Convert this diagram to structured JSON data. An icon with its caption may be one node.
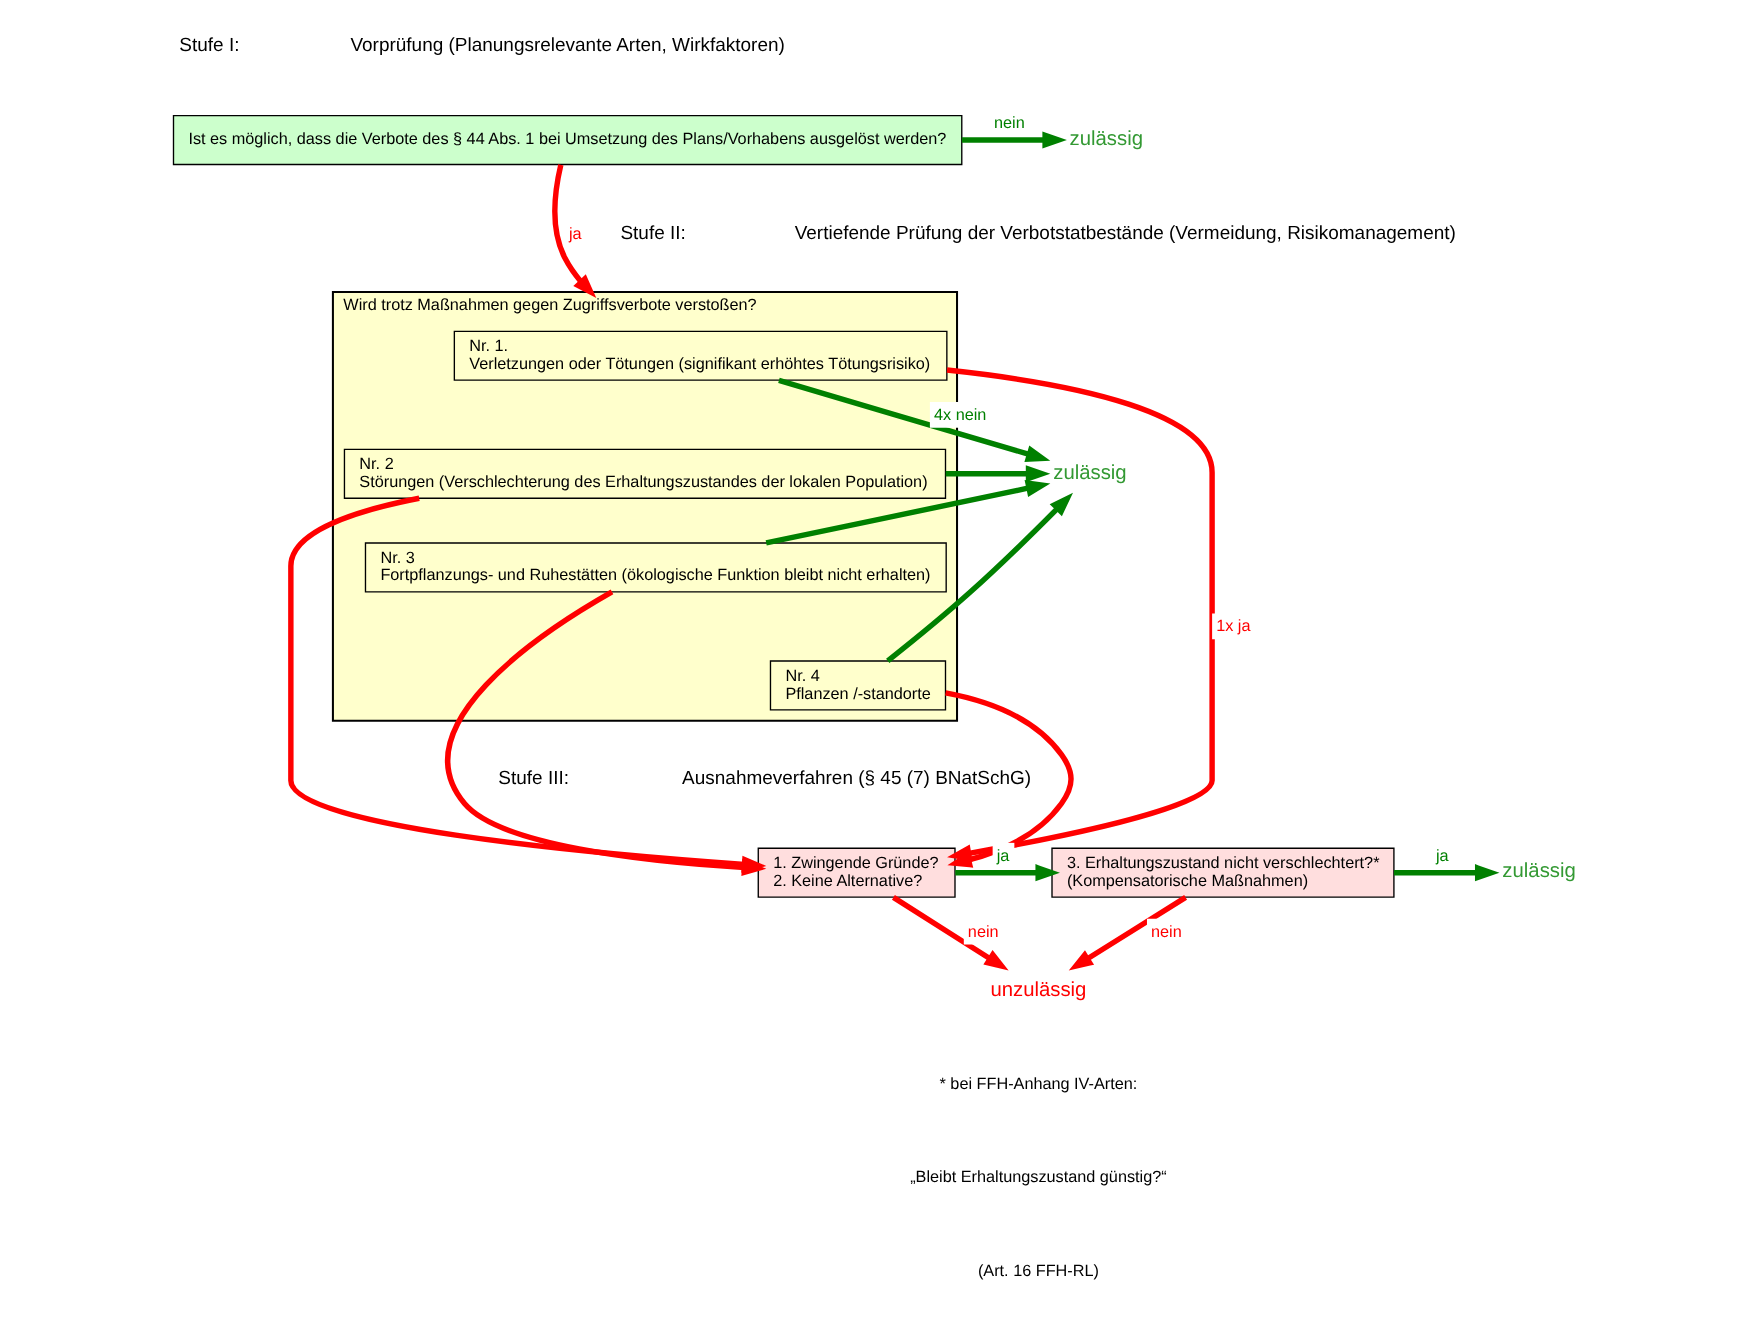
{
  "diagram": {
    "nodes": [
      {
        "text": [
          "Ist es möglich, dass die Verbote des § 44 Abs. 1 bei Umsetzung des Plans/Vorhabens ausgelöst werden?"
        ]
      },
      {
        "text": [
          "zulässig"
        ]
      },
      {
        "text": [
          "Wird trotz Maßnahmen gegen Zugriffsverbote verstoßen?"
        ]
      },
      {
        "text": [
          "Nr. 1.",
          "Verletzungen oder Tötungen (signifikant erhöhtes Tötungsrisiko)"
        ],
        "in": 2
      },
      {
        "text": [
          "Nr. 2",
          "Störungen (Verschlechterung des Erhaltungszustandes der lokalen Population)"
        ],
        "in": 2
      },
      {
        "text": [
          "Nr. 3",
          "Fortpflanzungs- und Ruhestätten (ökologische Funktion bleibt nicht erhalten)"
        ],
        "in": 2
      },
      {
        "text": [
          "Nr. 4",
          "Pflanzen /-standorte"
        ],
        "in": 2
      },
      {
        "text": [
          "zulässig"
        ]
      },
      {
        "text": [
          "1. Zwingende Gründe?",
          "2. Keine Alternative?"
        ]
      },
      {
        "text": [
          "3. Erhaltungszustand nicht verschlechtert?*",
          "(Kompensatorische Maßnahmen)"
        ]
      },
      {
        "text": [
          "zulässig"
        ]
      },
      {
        "text": [
          "unzulässig"
        ]
      }
    ],
    "edges": [
      {
        "from": 0,
        "to": 1,
        "arrow": "to",
        "label": "nein",
        "color": "#008000"
      },
      {
        "from": 0,
        "to": 2,
        "arrow": "to",
        "label": "ja",
        "color": "#ff0000"
      },
      {
        "from": 3,
        "to": 7,
        "arrow": "to",
        "label": "4x nein",
        "color": "#008000"
      },
      {
        "from": 4,
        "to": 7,
        "arrow": "to",
        "color": "#008000"
      },
      {
        "from": 5,
        "to": 7,
        "arrow": "to",
        "color": "#008000"
      },
      {
        "from": 6,
        "to": 7,
        "arrow": "to",
        "color": "#008000"
      },
      {
        "from": 3,
        "to": 8,
        "arrow": "to",
        "label": "1x ja",
        "color": "#ff0000"
      },
      {
        "from": 4,
        "to": 8,
        "arrow": "to",
        "color": "#ff0000"
      },
      {
        "from": 5,
        "to": 8,
        "arrow": "to",
        "color": "#ff0000"
      },
      {
        "from": 6,
        "to": 8,
        "arrow": "to",
        "color": "#ff0000"
      },
      {
        "from": 8,
        "to": 9,
        "arrow": "to",
        "label": "ja",
        "color": "#008000"
      },
      {
        "from": 9,
        "to": 10,
        "arrow": "to",
        "label": "ja",
        "color": "#008000"
      },
      {
        "from": 8,
        "to": 11,
        "arrow": "to",
        "label": "nein",
        "color": "#ff0000"
      },
      {
        "from": 9,
        "to": 11,
        "arrow": "to",
        "label": "nein",
        "color": "#ff0000"
      }
    ],
    "labels": [
      "Stufe I:",
      "Vorprüfung (Planungsrelevante Arten, Wirkfaktoren)",
      "Stufe II:",
      "Vertiefende Prüfung der Verbotstatbestände (Vermeidung, Risikomanagement)",
      "Stufe III:",
      "Ausnahmeverfahren (§ 45 (7) BNatSchG)",
      "* bei FFH-Anhang IV-Arten:",
      "„Bleibt Erhaltungszustand günstig?“",
      "(Art. 16 FFH-RL)"
    ]
  }
}
